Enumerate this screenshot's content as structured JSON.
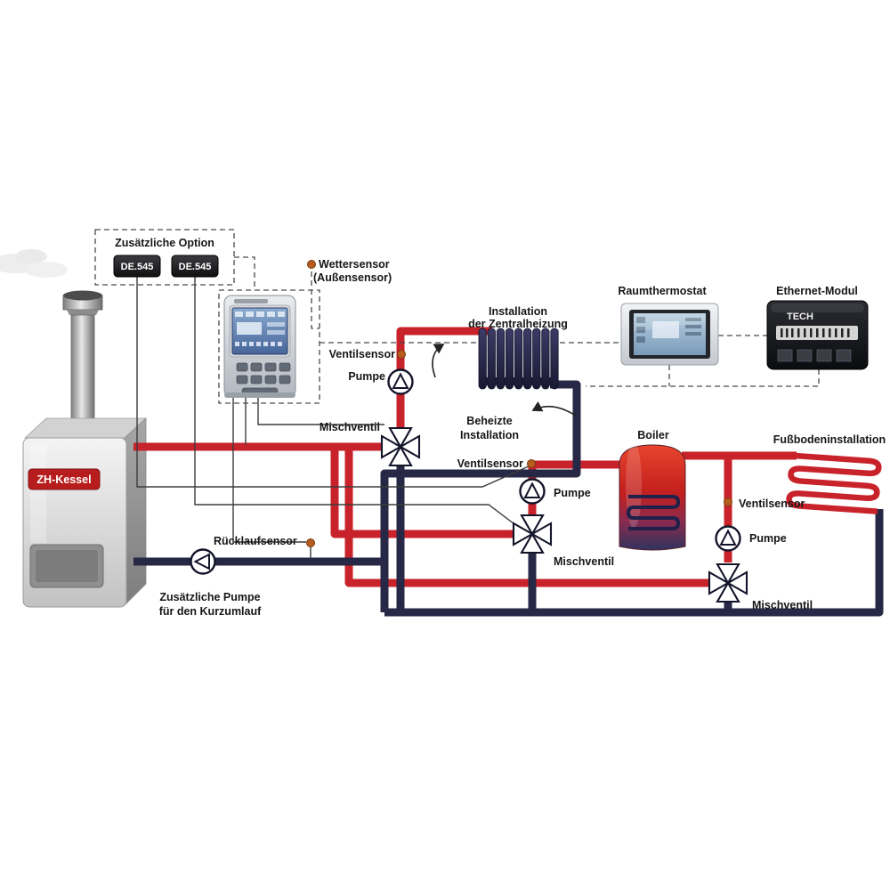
{
  "diagram": {
    "optionBox": {
      "title": "Zusätzliche Option",
      "module1": "DE.545",
      "module2": "DE.545"
    },
    "weatherSensor": {
      "line1": "Wettersensor",
      "line2": "(Außensensor)"
    },
    "boiler": {
      "label": "ZH-Kessel"
    },
    "centralHeating": {
      "line1": "Installation",
      "line2": "der Zentralheizung"
    },
    "heatedInstall": {
      "line1": "Beheizte",
      "line2": "Installation"
    },
    "roomThermostat": {
      "label": "Raumthermostat"
    },
    "ethernet": {
      "label": "Ethernet-Modul",
      "brand": "TECH"
    },
    "tank": {
      "label": "Boiler"
    },
    "floor": {
      "label": "Fußbodeninstallation"
    },
    "circuit1": {
      "valveSensor": "Ventilsensor",
      "pump": "Pumpe",
      "valve": "Mischventil"
    },
    "circuit2": {
      "valveSensor": "Ventilsensor",
      "pump": "Pumpe",
      "valve": "Mischventil"
    },
    "circuit3": {
      "valveSensor": "Ventilsensor",
      "pump": "Pumpe",
      "valve": "Mischventil"
    },
    "returnSensor": {
      "label": "Rücklaufsensor"
    },
    "extraPump": {
      "line1": "Zusätzliche Pumpe",
      "line2": "für den Kurzumlauf"
    }
  },
  "colors": {
    "supplyPipe": "#c8222a",
    "returnPipe": "#272746",
    "sensorDot": "#b65c1e",
    "labelText": "#161616"
  }
}
